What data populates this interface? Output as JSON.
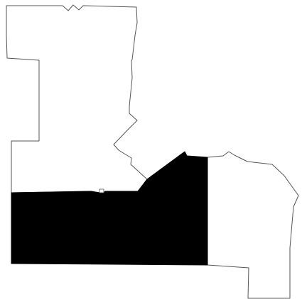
{
  "map": {
    "background_color": "#ffffff",
    "outline_color": "#555555",
    "highlight_color": "#000000",
    "regions": [
      {
        "id": "north-region",
        "highlighted": false
      },
      {
        "id": "southwest-region",
        "highlighted": true
      },
      {
        "id": "east-region",
        "highlighted": false
      }
    ]
  }
}
